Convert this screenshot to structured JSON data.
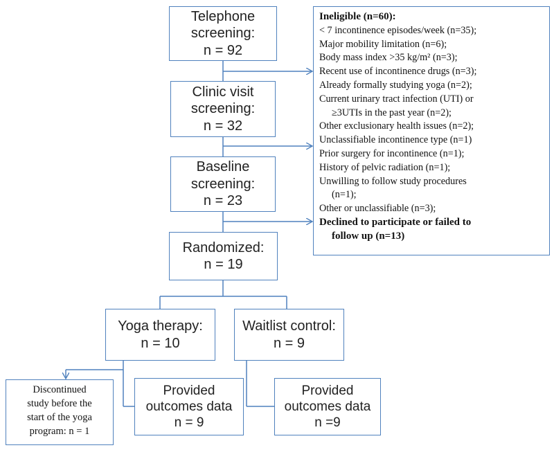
{
  "telephone": {
    "lines": [
      "Telephone",
      "screening:",
      "n = 92"
    ]
  },
  "clinic": {
    "lines": [
      "Clinic visit",
      "screening:",
      "n = 32"
    ]
  },
  "baseline": {
    "lines": [
      "Baseline",
      "screening:",
      "n = 23"
    ]
  },
  "randomized": {
    "lines": [
      "Randomized:",
      "n = 19"
    ]
  },
  "yoga": {
    "lines": [
      "Yoga therapy:",
      "n = 10"
    ]
  },
  "waitlist": {
    "lines": [
      "Waitlist control:",
      "n = 9"
    ]
  },
  "yoga_outcomes": {
    "lines": [
      "Provided",
      "outcomes data",
      "n = 9"
    ]
  },
  "waitlist_outcomes": {
    "lines": [
      "Provided",
      "outcomes data",
      "n =9"
    ]
  },
  "discontinued": {
    "lines": [
      "Discontinued",
      "study before the",
      "start of the yoga",
      "program: n = 1"
    ]
  },
  "ineligible": {
    "heading": "Ineligible (n=60):",
    "items": [
      "< 7 incontinence episodes/week (n=35);",
      "Major mobility limitation (n=6);",
      "Body mass index >35 kg/m² (n=3);",
      "Recent use of incontinence drugs (n=3);",
      "Already formally studying yoga (n=2);",
      "Current urinary tract infection (UTI) or",
      "≥3UTIs in the past year (n=2);",
      "Other exclusionary health issues (n=2);",
      "Unclassifiable incontinence type (n=1)",
      "Prior surgery for incontinence (n=1);",
      "History of pelvic radiation (n=1);",
      "Unwilling to follow study procedures",
      "(n=1);",
      "Other or unclassifiable (n=3);"
    ],
    "declined": [
      "Declined to participate or failed to",
      "follow up (n=13)"
    ]
  },
  "colors": {
    "border": "#4f81bd",
    "connector": "#4f81bd"
  }
}
